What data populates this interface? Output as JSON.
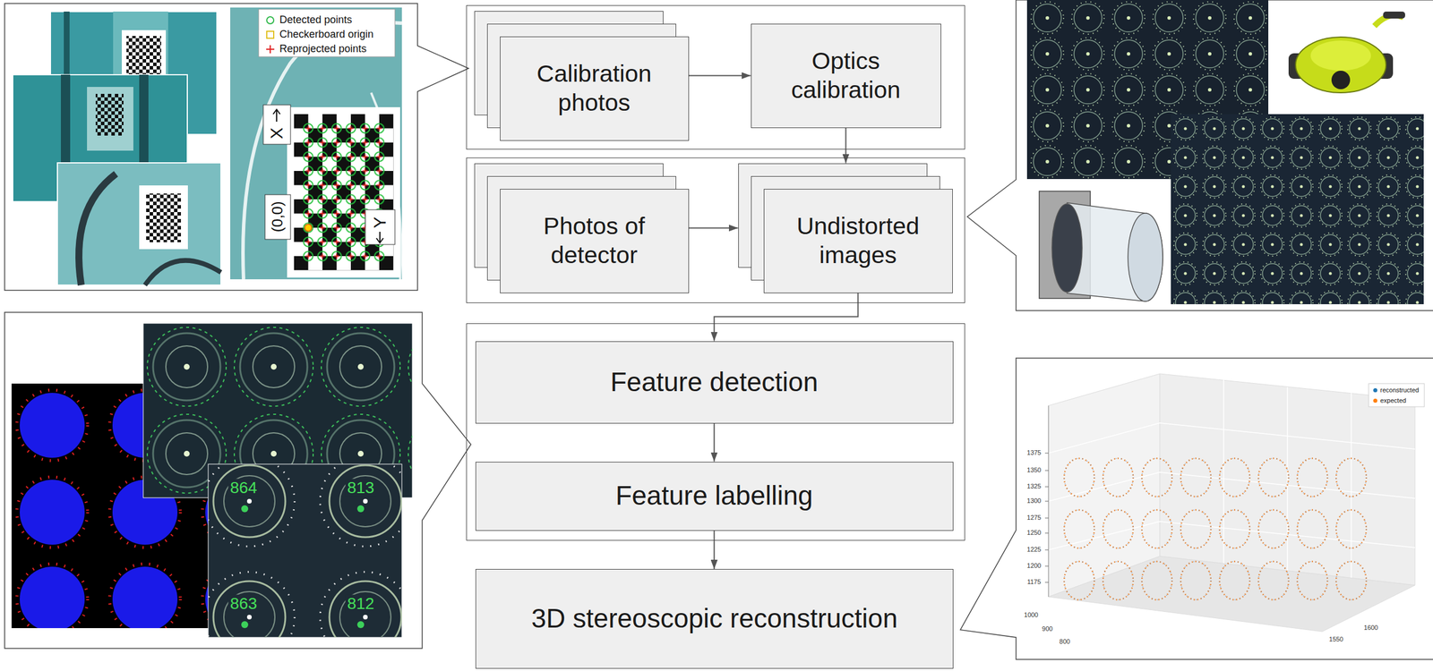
{
  "diagram": {
    "nodes": [
      {
        "text": []
      },
      {
        "text": [
          "Calibration photos"
        ],
        "in": 0
      },
      {
        "text": [
          "Optics calibration"
        ],
        "in": 0
      },
      {
        "text": []
      },
      {
        "text": [
          "Photos of detector"
        ],
        "in": 3
      },
      {
        "text": [
          "Undistorted images"
        ],
        "in": 3
      },
      {
        "text": []
      },
      {
        "text": [
          "Feature detection"
        ],
        "in": 6
      },
      {
        "text": [
          "Feature labelling"
        ],
        "in": 6
      },
      {
        "text": [
          "3D stereoscopic reconstruction"
        ]
      }
    ],
    "edges": [
      {
        "from": 1,
        "to": 2,
        "arrow": "to"
      },
      {
        "from": 2,
        "to": 5,
        "arrow": "to"
      },
      {
        "from": 4,
        "to": 5,
        "arrow": "to"
      },
      {
        "from": 5,
        "to": 7,
        "arrow": "to"
      },
      {
        "from": 7,
        "to": 8,
        "arrow": "to"
      },
      {
        "from": 8,
        "to": 9,
        "arrow": "to"
      }
    ],
    "labels": [
      "X",
      "(0,0)",
      "Y",
      "864",
      "813",
      "863",
      "812",
      "1375",
      "1350",
      "1325",
      "1300",
      "1275",
      "1250",
      "1225",
      "1200",
      "1175",
      "1000",
      "900",
      "800",
      "1600",
      "1550"
    ],
    "legend": [
      {
        "text": "Detected points"
      },
      {
        "text": "Checkerboard origin"
      },
      {
        "text": "Reprojected points"
      },
      {
        "text": "reconstructed",
        "color": "#1f77b4"
      },
      {
        "text": "expected",
        "color": "#ff7f0e"
      }
    ]
  }
}
